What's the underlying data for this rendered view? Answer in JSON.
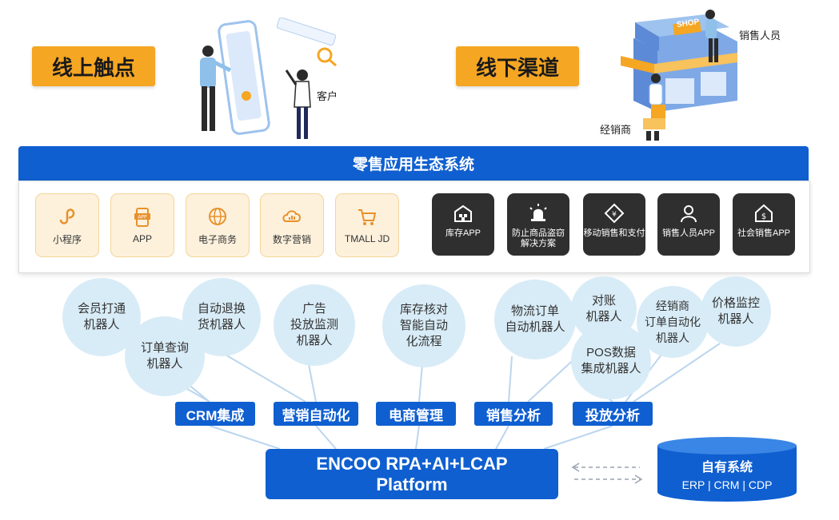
{
  "top": {
    "online_tag": "线上触点",
    "offline_tag": "线下渠道",
    "customer_label": "客户",
    "salesperson_label": "销售人员",
    "dealer_label": "经销商",
    "shop_sign": "SHOP"
  },
  "ecosystem": {
    "title": "零售应用生态系统",
    "online_apps": [
      "小程序",
      "APP",
      "电子商务",
      "数字营销",
      "TMALL JD"
    ],
    "offline_apps": [
      "库存APP",
      "防止商品盗窃\n解决方案",
      "移动销售和支付",
      "销售人员APP",
      "社会销售APP"
    ]
  },
  "robots": [
    "会员打通\n机器人",
    "订单查询\n机器人",
    "自动退换\n货机器人",
    "广告\n投放监测\n机器人",
    "库存核对\n智能自动\n化流程",
    "物流订单\n自动机器人",
    "对账\n机器人",
    "POS数据\n集成机器人",
    "经销商\n订单自动化\n机器人",
    "价格监控\n机器人"
  ],
  "categories": [
    "CRM集成",
    "营销自动化",
    "电商管理",
    "销售分析",
    "投放分析"
  ],
  "platform": {
    "line1": "ENCOO RPA+AI+LCAP",
    "line2": "Platform"
  },
  "own_system": {
    "title": "自有系统",
    "subtitle": "ERP | CRM | CDP"
  },
  "colors": {
    "primary_blue": "#0f5fd0",
    "accent_orange": "#f5a623",
    "bubble": "#d8ecf7",
    "dark_tile": "#2f2f2f"
  }
}
